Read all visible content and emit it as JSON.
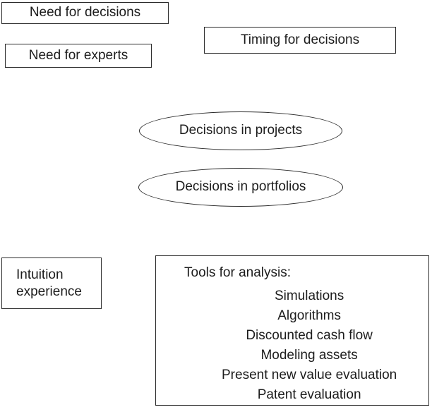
{
  "diagram": {
    "colors": {
      "background": "#ffffff",
      "border": "#2b2b2b",
      "text": "#1c1c1c"
    },
    "need_for_decisions": "Need for decisions",
    "timing_for_decisions": "Timing for decisions",
    "need_for_experts": "Need for experts",
    "decisions_in_projects": "Decisions in projects",
    "decisions_in_portfolios": "Decisions in portfolios",
    "intuition_experience": "Intuition\nexperience",
    "tools": {
      "heading": "Tools for analysis:",
      "items": [
        "Simulations",
        "Algorithms",
        "Discounted cash flow",
        "Modeling assets",
        "Present new value evaluation",
        "Patent evaluation"
      ]
    }
  }
}
